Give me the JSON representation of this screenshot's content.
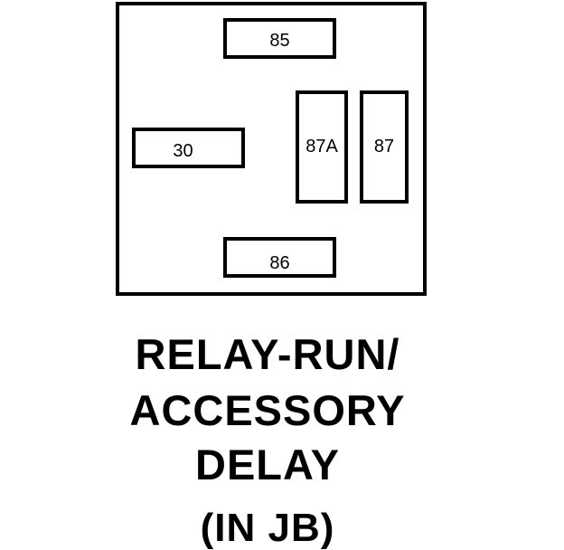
{
  "relay": {
    "pins": {
      "p85": "85",
      "p30": "30",
      "p87a": "87A",
      "p87": "87",
      "p86": "86"
    }
  },
  "caption": {
    "line1": "RELAY-RUN/",
    "line2": "ACCESSORY",
    "line3": "DELAY",
    "line4": "(IN JB)"
  }
}
